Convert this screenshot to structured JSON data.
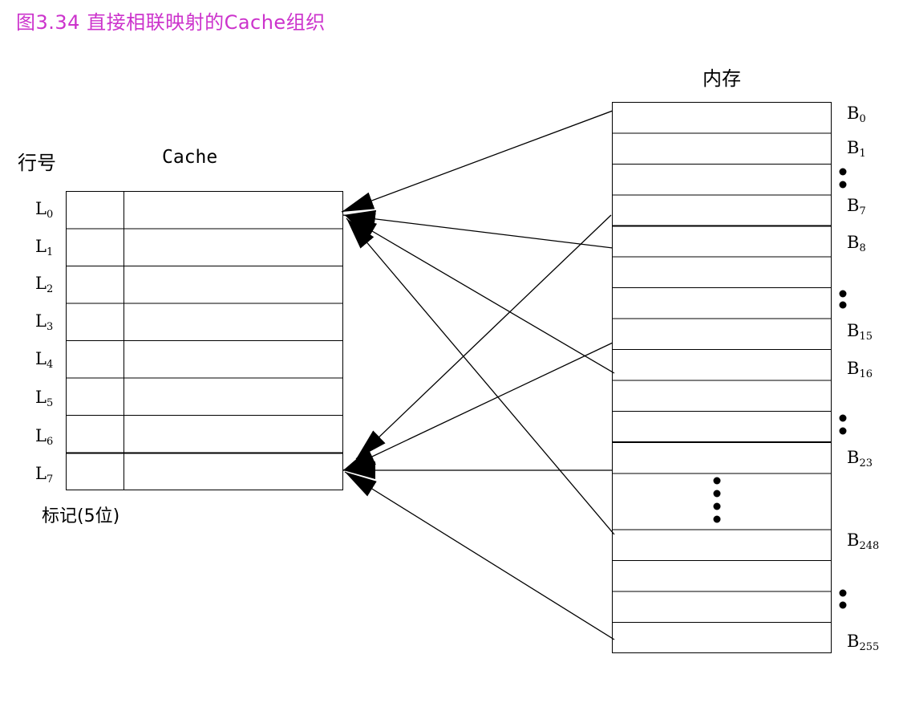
{
  "caption": "图3.34 直接相联映射的Cache组织",
  "cache": {
    "row_header": "行号",
    "title": "Cache",
    "tag_label": "标记(5位)",
    "lines": [
      {
        "base": "L",
        "sub": "0"
      },
      {
        "base": "L",
        "sub": "1"
      },
      {
        "base": "L",
        "sub": "2"
      },
      {
        "base": "L",
        "sub": "3"
      },
      {
        "base": "L",
        "sub": "4"
      },
      {
        "base": "L",
        "sub": "5"
      },
      {
        "base": "L",
        "sub": "6"
      },
      {
        "base": "L",
        "sub": "7"
      }
    ]
  },
  "memory": {
    "title": "内存",
    "block_labels": [
      {
        "base": "B",
        "sub": "0"
      },
      {
        "base": "B",
        "sub": "1"
      },
      {
        "base": "B",
        "sub": "7"
      },
      {
        "base": "B",
        "sub": "8"
      },
      {
        "base": "B",
        "sub": "15"
      },
      {
        "base": "B",
        "sub": "16"
      },
      {
        "base": "B",
        "sub": "23"
      },
      {
        "base": "B",
        "sub": "248"
      },
      {
        "base": "B",
        "sub": "255"
      }
    ]
  }
}
